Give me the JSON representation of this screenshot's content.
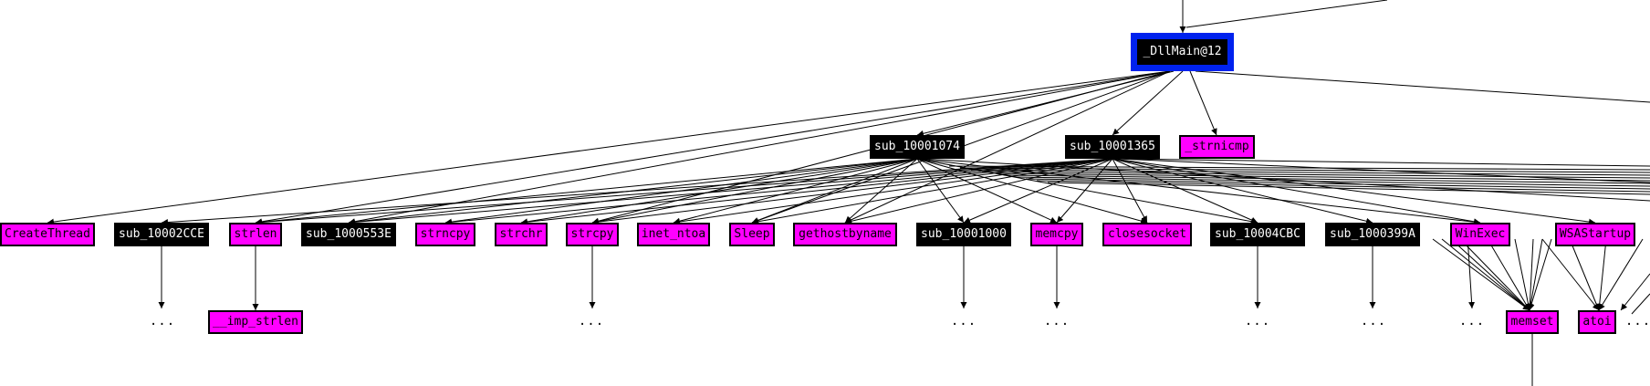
{
  "graph": {
    "root": {
      "label": "_DllMain@12"
    },
    "level1": [
      {
        "id": "sub_10001074",
        "label": "sub_10001074",
        "kind": "local"
      },
      {
        "id": "sub_10001365",
        "label": "sub_10001365",
        "kind": "local"
      },
      {
        "id": "_strnicmp",
        "label": "_strnicmp",
        "kind": "import"
      }
    ],
    "level2": [
      {
        "id": "CreateThread",
        "label": "CreateThread",
        "kind": "import"
      },
      {
        "id": "sub_10002CCE",
        "label": "sub_10002CCE",
        "kind": "local"
      },
      {
        "id": "strlen",
        "label": "strlen",
        "kind": "import"
      },
      {
        "id": "sub_1000553E",
        "label": "sub_1000553E",
        "kind": "local"
      },
      {
        "id": "strncpy",
        "label": "strncpy",
        "kind": "import"
      },
      {
        "id": "strchr",
        "label": "strchr",
        "kind": "import"
      },
      {
        "id": "strcpy",
        "label": "strcpy",
        "kind": "import"
      },
      {
        "id": "inet_ntoa",
        "label": "inet_ntoa",
        "kind": "import"
      },
      {
        "id": "Sleep",
        "label": "Sleep",
        "kind": "import"
      },
      {
        "id": "gethostbyname",
        "label": "gethostbyname",
        "kind": "import"
      },
      {
        "id": "sub_10001000",
        "label": "sub_10001000",
        "kind": "local"
      },
      {
        "id": "memcpy",
        "label": "memcpy",
        "kind": "import"
      },
      {
        "id": "closesocket",
        "label": "closesocket",
        "kind": "import"
      },
      {
        "id": "sub_10004CBC",
        "label": "sub_10004CBC",
        "kind": "local"
      },
      {
        "id": "sub_1000399A",
        "label": "sub_1000399A",
        "kind": "local"
      },
      {
        "id": "WinExec",
        "label": "WinExec",
        "kind": "import"
      },
      {
        "id": "WSAStartup",
        "label": "WSAStartup",
        "kind": "import"
      }
    ],
    "level3": [
      {
        "id": "__imp_strlen",
        "label": "__imp_strlen",
        "kind": "import"
      },
      {
        "id": "memset",
        "label": "memset",
        "kind": "import"
      },
      {
        "id": "atoi",
        "label": "atoi",
        "kind": "import"
      }
    ],
    "ellipsis_text": "...",
    "colors": {
      "local_fill": "#000000",
      "import_fill": "#ff00ff",
      "selected_border": "#0022ee",
      "edge": "#000000",
      "background": "#ffffff"
    }
  }
}
